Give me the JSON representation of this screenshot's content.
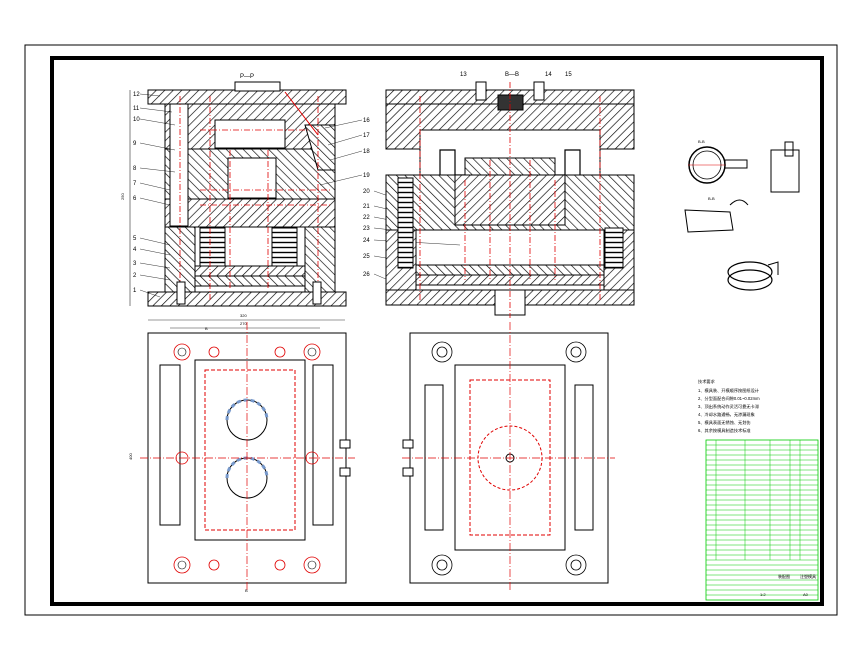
{
  "sheet": {
    "view_front_title": "P—P",
    "view_side_title": "B—B",
    "view_detail_1_title": "B-B",
    "view_detail_2_title": "B-B"
  },
  "part_numbers_left": [
    "12",
    "11",
    "10",
    "9",
    "8",
    "7",
    "6",
    "5",
    "4",
    "3",
    "2",
    "1"
  ],
  "part_numbers_mid": [
    "16",
    "17",
    "18",
    "19",
    "20",
    "21",
    "22",
    "23",
    "24",
    "25",
    "26"
  ],
  "part_numbers_top": [
    "13",
    "14",
    "15"
  ],
  "dimensions": {
    "height_label": "250",
    "plan_width_outer": "320",
    "plan_width_inner": "270",
    "plan_height": "400",
    "section_mark": "B"
  },
  "notes": {
    "title": "技术要求",
    "lines": [
      "1、模具装、开模顺序按图纸设计",
      "2、分型面配合间隙0.01~0.02mm",
      "3、顶出系统动作灵活可靠无卡滞",
      "4、冷却水路通畅，无渗漏现象",
      "5、模具表面无锈蚀、无划伤",
      "6、其余按模具制造技术标准"
    ]
  },
  "title_block": {
    "drawing_title": "注塑模具",
    "drawing_name": "装配图",
    "scale": "1:2",
    "sheet": "A0"
  },
  "colors": {
    "line": "#000000",
    "hatch": "#000000",
    "center": "#e00000",
    "bolt": "#cc0000",
    "table": "#00cc00",
    "frame": "#000000"
  }
}
